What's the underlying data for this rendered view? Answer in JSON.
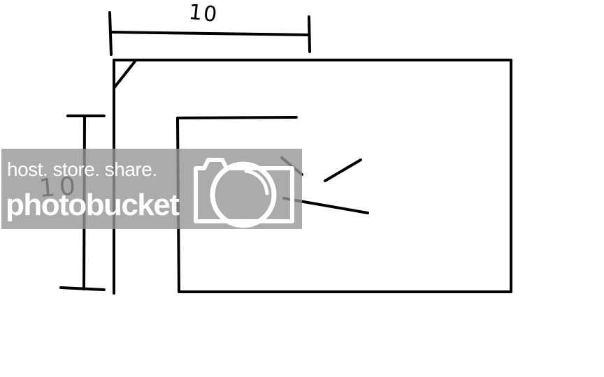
{
  "annotations": {
    "top_dimension": "10",
    "left_dimension": "10"
  },
  "watermark": {
    "tagline": "host. store. share.",
    "brand": "photobucket"
  },
  "colors": {
    "ink": "#000000",
    "background": "#ffffff",
    "watermark_overlay": "#969696"
  }
}
